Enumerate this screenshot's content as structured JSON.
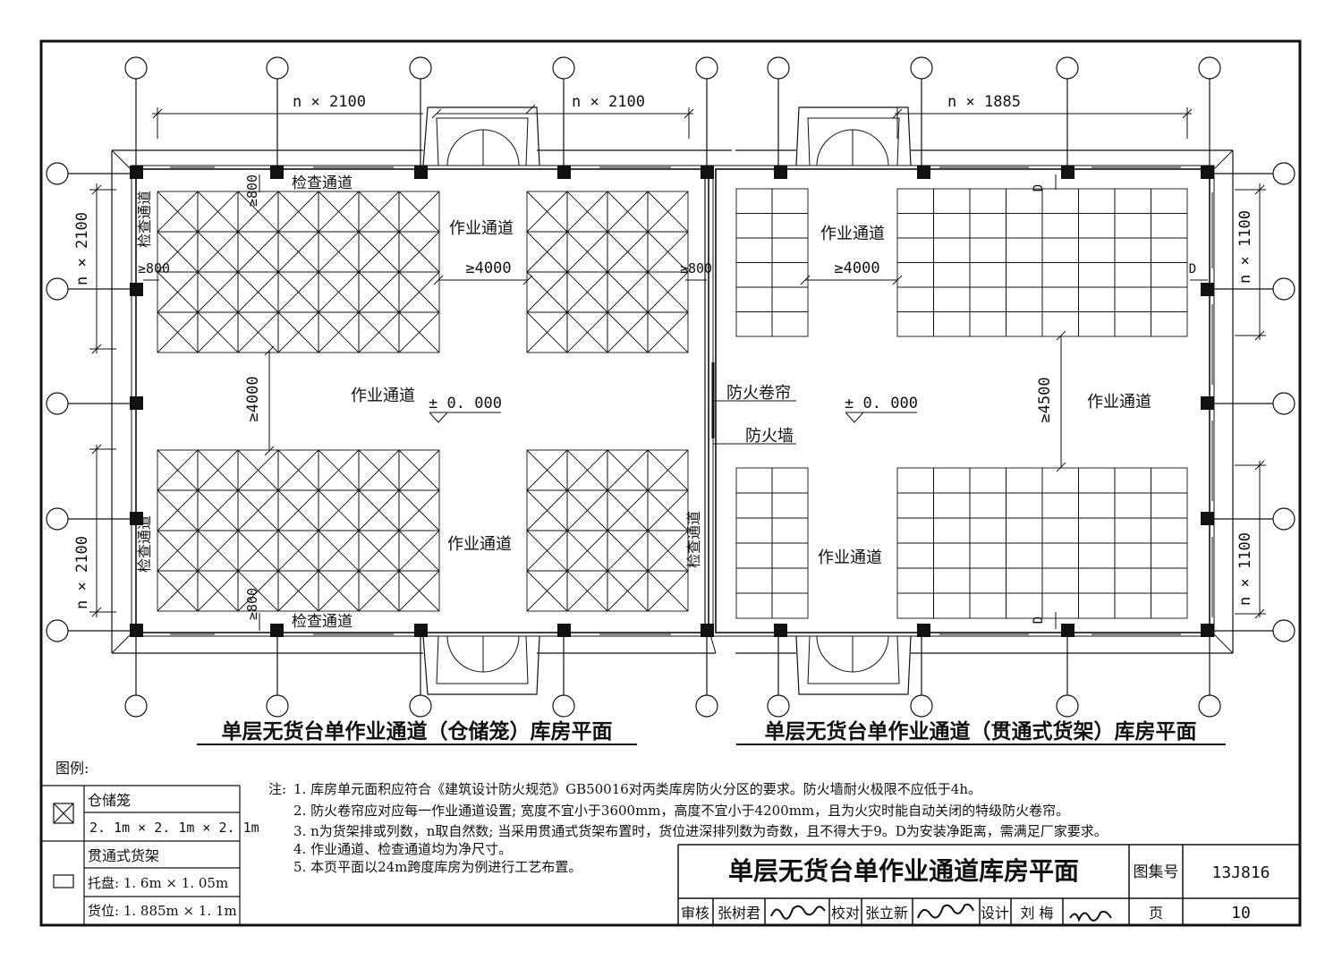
{
  "left_plan": {
    "title": "单层无货台单作业通道（仓储笼）库房平面",
    "dim_top_left": "n × 2100",
    "dim_top_right": "n × 2100",
    "dim_side_top": "n × 2100",
    "dim_side_bottom": "n × 2100",
    "aisle_labels": [
      "作业通道",
      "作业通道",
      "作业通道"
    ],
    "inspect_labels": [
      "检查通道",
      "检查通道",
      "检查通道",
      "检查通道",
      "检查通道"
    ],
    "dim_4000_h": "≥4000",
    "dim_4000_v": "≥4000",
    "dim_800": [
      "≥800",
      "≥800",
      "≥800",
      "≥800"
    ],
    "level": "± 0. 000"
  },
  "right_plan": {
    "title": "单层无货台单作业通道（贯通式货架）库房平面",
    "dim_top": "n × 1885",
    "dim_side_top": "n × 1100",
    "dim_side_bottom": "n × 1100",
    "aisle_labels": [
      "作业通道",
      "作业通道",
      "作业通道"
    ],
    "dim_4000": "≥4000",
    "dim_4500": "≥4500",
    "d_marks": [
      "D",
      "D",
      "D"
    ],
    "level": "± 0. 000",
    "fire_shutter": "防火卷帘",
    "fire_wall": "防火墙"
  },
  "legend": {
    "heading": "图例:",
    "item1_name": "仓储笼",
    "item1_size": "2. 1m × 2. 1m × 2. 1m",
    "item2_name": "贯通式货架",
    "item2_pallet": "托盘:  1. 6m × 1. 05m",
    "item2_slot": "货位:  1. 885m × 1. 1m"
  },
  "notes": {
    "prefix": "注:",
    "lines": [
      "1.  库房单元面积应符合《建筑设计防火规范》GB50016对丙类库房防火分区的要求。防火墙耐火极限不应低于4h。",
      "2.  防火卷帘应对应每一作业通道设置; 宽度不宜小于3600mm，高度不宜小于4200mm，且为火灾时能自动关闭的特级防火卷帘。",
      "3.  n为货架排或列数，n取自然数; 当采用贯通式货架布置时，货位进深排列数为奇数，且不得大于9。D为安装净距离，需满足厂家要求。",
      "4.  作业通道、检查通道均为净尺寸。",
      "5.  本页平面以24m跨度库房为例进行工艺布置。"
    ]
  },
  "titleblock": {
    "title": "单层无货台单作业通道库房平面",
    "atlas_label": "图集号",
    "atlas_no": "13J816",
    "review_label": "审核",
    "reviewer": "张树君",
    "check_label": "校对",
    "checker": "张立新",
    "design_label": "设计",
    "designer": "刘 梅",
    "page_label": "页",
    "page_no": "10"
  }
}
